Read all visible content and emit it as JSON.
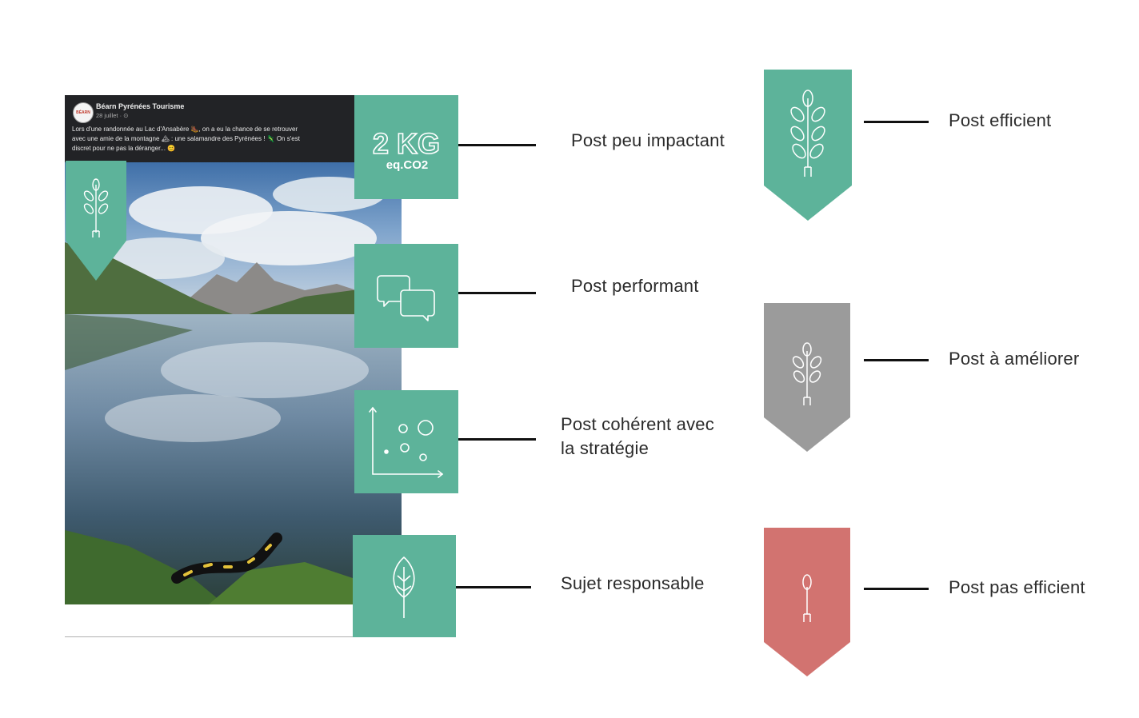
{
  "post": {
    "page_name": "Béarn Pyrénées Tourisme",
    "date": "28 juillet · ⊙",
    "text": "Lors d'une randonnée au Lac d'Ansabère 🥾, on a eu la chance de se retrouver\navec une amie de la montagne 🏔 : une salamandre des Pyrénées ! 🦎 On s'est\ndiscret pour ne pas la déranger... 😊"
  },
  "co2": {
    "value": "2 KG",
    "unit": "eq.CO2"
  },
  "labels": {
    "impact": "Post peu impactant",
    "performance": "Post performant",
    "strategy_line1": "Post cohérent avec",
    "strategy_line2": "la stratégie",
    "responsible": "Sujet responsable"
  },
  "legend": [
    {
      "label": "Post efficient",
      "color": "#5db39a"
    },
    {
      "label": "Post à améliorer",
      "color": "#9b9b9b"
    },
    {
      "label": "Post pas efficient",
      "color": "#d27370"
    }
  ],
  "colors": {
    "teal": "#5db39a",
    "grey": "#9b9b9b",
    "red": "#d27370"
  }
}
